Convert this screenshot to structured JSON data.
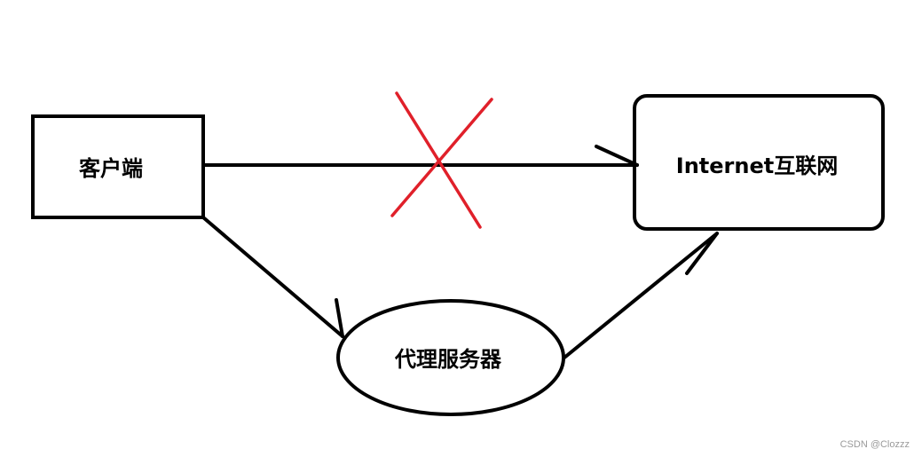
{
  "nodes": {
    "client": {
      "label": "客户端"
    },
    "internet": {
      "label": "Internet互联网"
    },
    "proxy": {
      "label": "代理服务器"
    }
  },
  "colors": {
    "stroke": "#000000",
    "blocked_mark": "#e0202a"
  },
  "watermark": "CSDN @Clozzz"
}
